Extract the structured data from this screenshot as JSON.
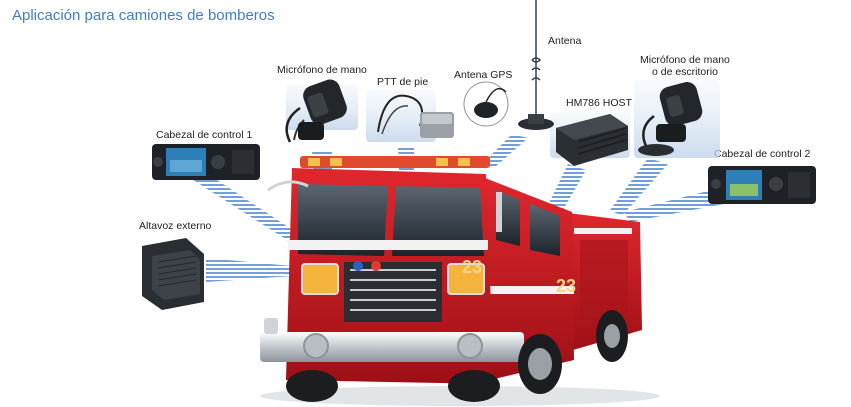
{
  "page": {
    "title": "Aplicación para camiones de bomberos"
  },
  "labels": {
    "antena": "Antena",
    "antena_gps": "Antena GPS",
    "ptt_pie": "PTT de pie",
    "microfono_mano": "Micrófono de mano",
    "microfono_escritorio_line1": "Micrófono de mano",
    "microfono_escritorio_line2": "o de escritorio",
    "host": "HM786 HOST",
    "cabezal_1": "Cabezal de control 1",
    "cabezal_2": "Cabezal de control 2",
    "altavoz": "Altavoz externo"
  },
  "truck": {
    "unit_number": "23"
  },
  "colors": {
    "title": "#3f7fc6",
    "beam": "#6f9fd6",
    "truck_red": "#c8161d",
    "truck_dark_red": "#8a0e12",
    "chrome": "#d9dde2"
  }
}
